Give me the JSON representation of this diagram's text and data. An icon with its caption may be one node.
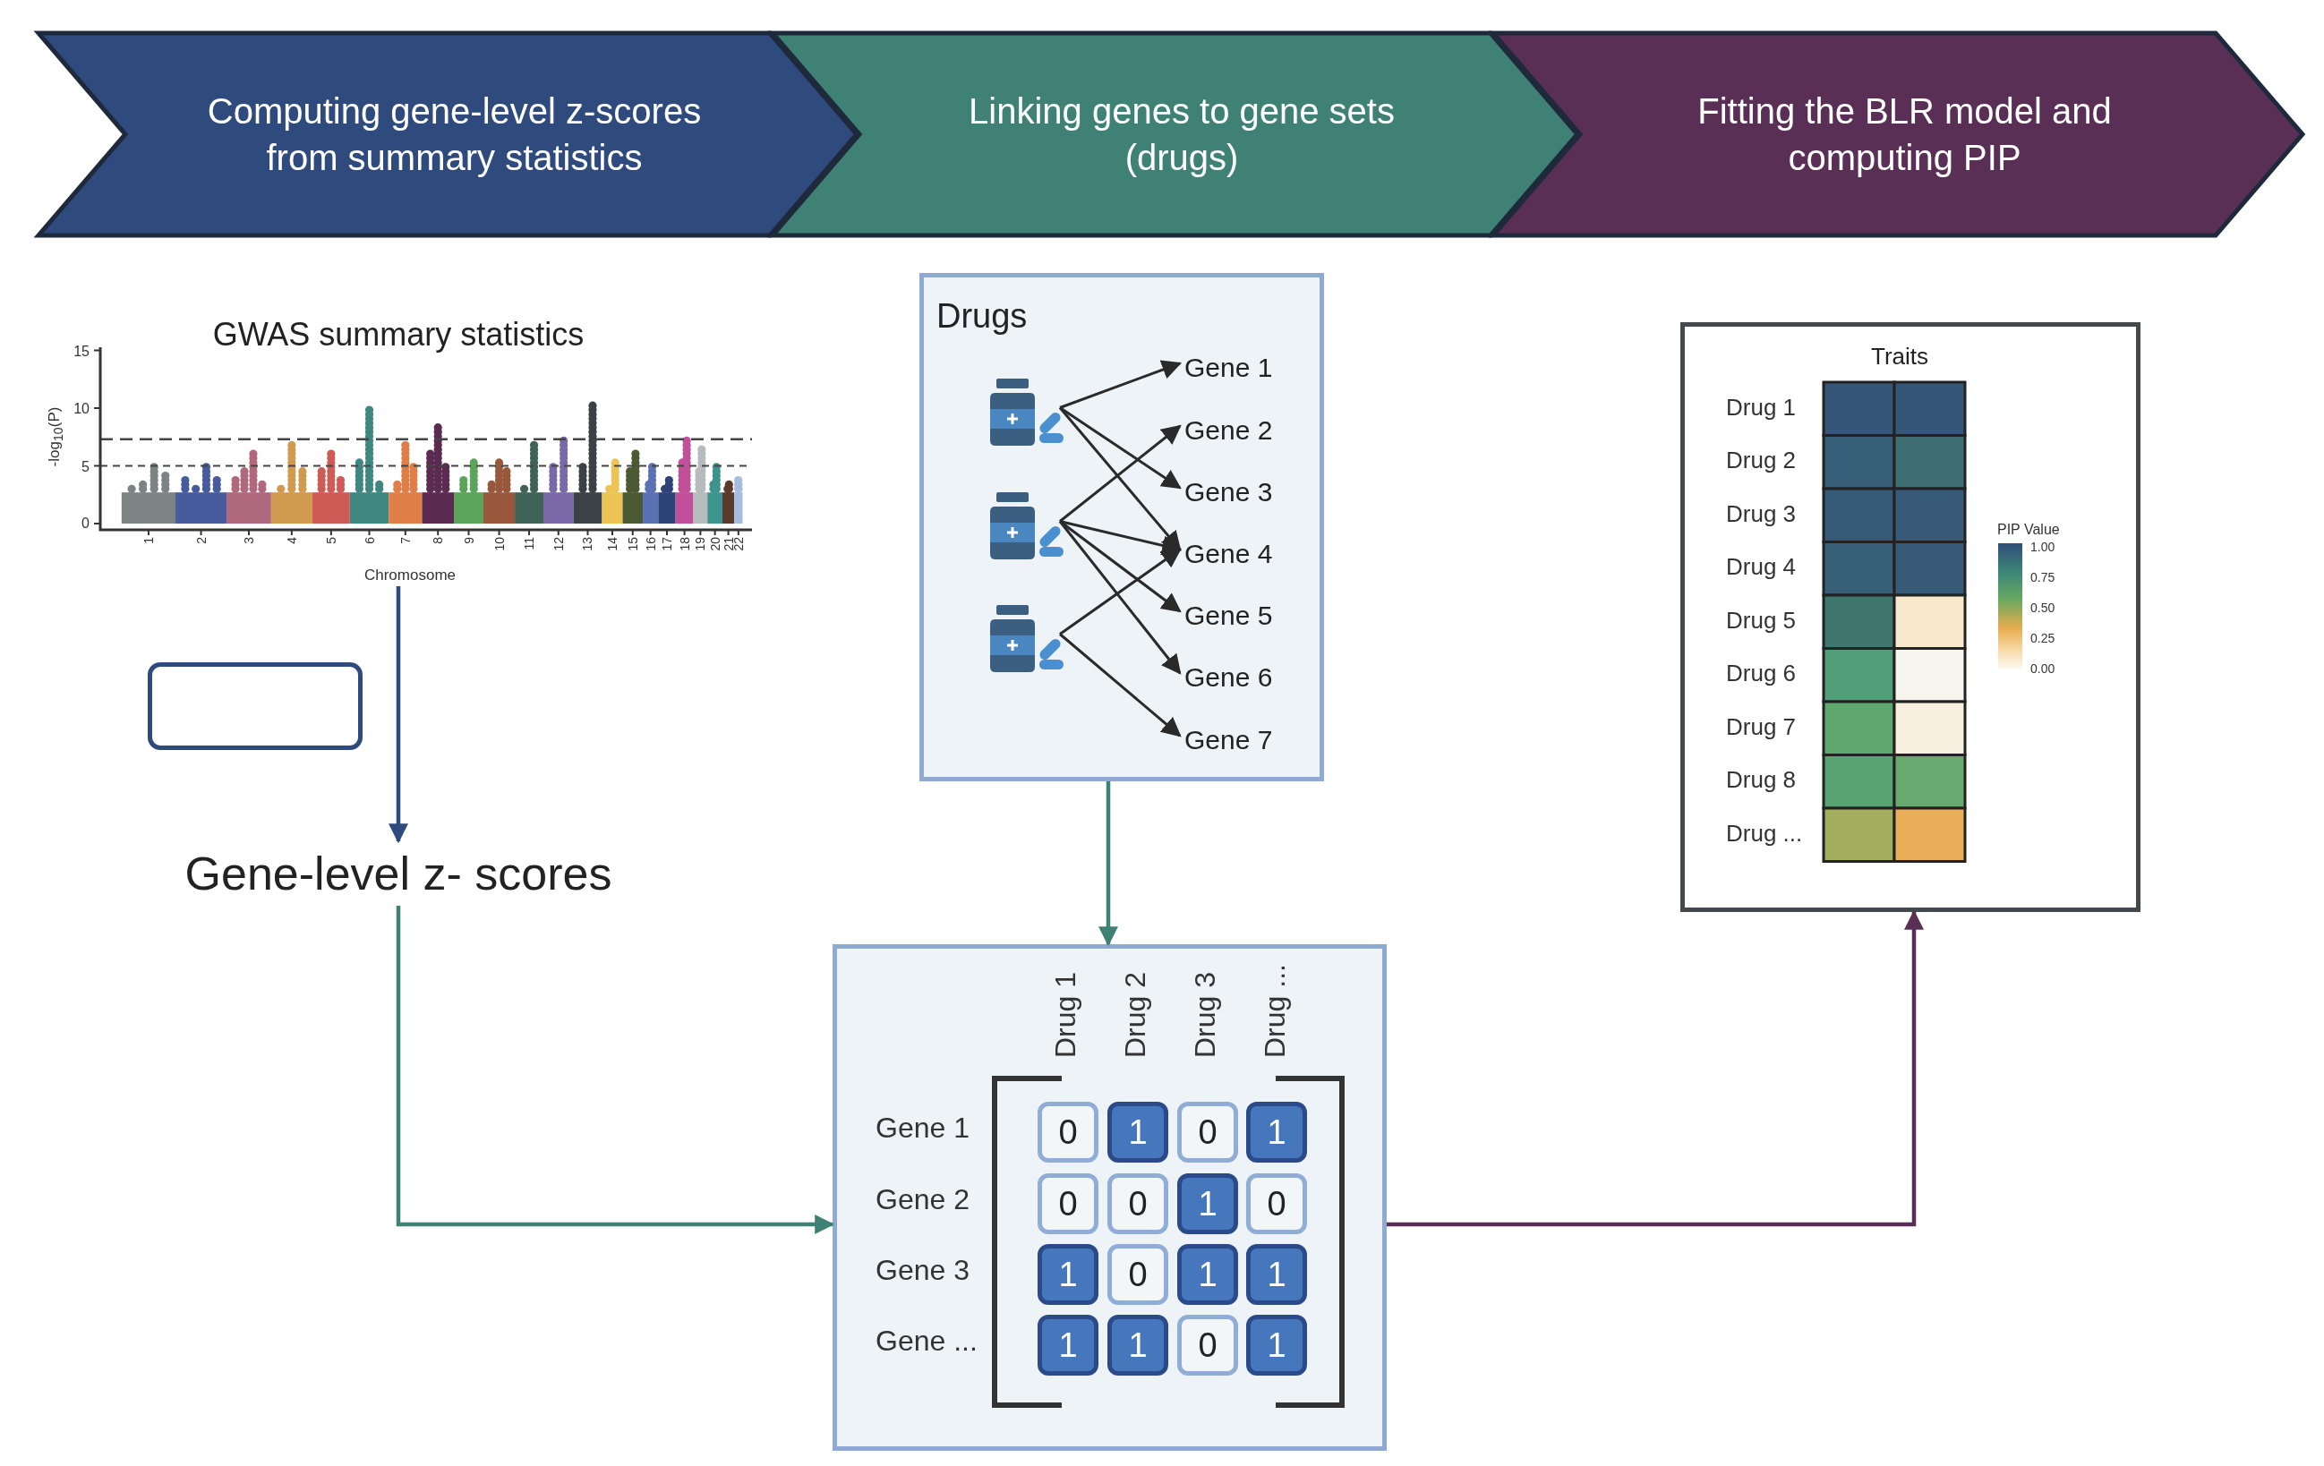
{
  "diagram": {
    "nodes": [
      {
        "text": [
          "Computing gene-level z-scores from summary statistics"
        ]
      },
      {
        "text": [
          "Linking genes to gene sets (drugs)"
        ]
      },
      {
        "text": [
          "Fitting the BLR model and computing PIP"
        ]
      },
      {
        "text": [
          "GWAS summary statistics"
        ]
      },
      {
        "text": [],
        "shape": "box"
      },
      {
        "text": [
          "Gene-level z- scores"
        ]
      },
      {
        "text": [
          "Drugs"
        ]
      },
      {
        "text": [],
        "shape": "picture",
        "in": 6
      },
      {
        "text": [],
        "shape": "picture",
        "in": 6
      },
      {
        "text": [],
        "shape": "picture",
        "in": 6
      },
      {
        "text": [
          "Gene 1"
        ],
        "in": 6
      },
      {
        "text": [
          "Gene 2"
        ],
        "in": 6
      },
      {
        "text": [
          "Gene 3"
        ],
        "in": 6
      },
      {
        "text": [
          "Gene 4"
        ],
        "in": 6
      },
      {
        "text": [
          "Gene 5"
        ],
        "in": 6
      },
      {
        "text": [
          "Gene 6"
        ],
        "in": 6
      },
      {
        "text": [
          "Gene 7"
        ],
        "in": 6
      },
      {
        "text": [],
        "shape": "box"
      },
      {
        "text": [
          "0"
        ],
        "in": 17
      },
      {
        "text": [
          "1"
        ],
        "in": 17
      },
      {
        "text": [
          "0"
        ],
        "in": 17
      },
      {
        "text": [
          "1"
        ],
        "in": 17
      },
      {
        "text": [
          "0"
        ],
        "in": 17
      },
      {
        "text": [
          "0"
        ],
        "in": 17
      },
      {
        "text": [
          "1"
        ],
        "in": 17
      },
      {
        "text": [
          "0"
        ],
        "in": 17
      },
      {
        "text": [
          "1"
        ],
        "in": 17
      },
      {
        "text": [
          "0"
        ],
        "in": 17
      },
      {
        "text": [
          "1"
        ],
        "in": 17
      },
      {
        "text": [
          "1"
        ],
        "in": 17
      },
      {
        "text": [
          "1"
        ],
        "in": 17
      },
      {
        "text": [
          "1"
        ],
        "in": 17
      },
      {
        "text": [
          "0"
        ],
        "in": 17
      },
      {
        "text": [
          "1"
        ],
        "in": 17
      },
      {
        "text": [
          "Traits"
        ]
      }
    ],
    "edges": [
      {
        "from": 3,
        "to": 5,
        "arrow": "to",
        "color": "#2f4a7c"
      },
      {
        "from": 5,
        "to": 17,
        "arrow": "to",
        "color": "#3f8275"
      },
      {
        "from": 6,
        "to": 17,
        "arrow": "to",
        "color": "#3f8275"
      },
      {
        "from": 17,
        "to": 34,
        "arrow": "to",
        "color": "#5a2f55"
      },
      {
        "from": 7,
        "to": 10,
        "arrow": "to"
      },
      {
        "from": 7,
        "to": 12,
        "arrow": "to"
      },
      {
        "from": 7,
        "to": 13,
        "arrow": "to"
      },
      {
        "from": 8,
        "to": 11,
        "arrow": "to"
      },
      {
        "from": 8,
        "to": 13,
        "arrow": "to"
      },
      {
        "from": 8,
        "to": 14,
        "arrow": "to"
      },
      {
        "from": 8,
        "to": 15,
        "arrow": "to"
      },
      {
        "from": 9,
        "to": 13,
        "arrow": "to"
      },
      {
        "from": 9,
        "to": 16,
        "arrow": "to"
      }
    ],
    "labels": [
      "-log$_{10}$(P)",
      "15",
      "10",
      "5",
      "0",
      "1",
      "2",
      "3",
      "4",
      "5",
      "6",
      "7",
      "8",
      "9",
      "10",
      "11",
      "12",
      "13",
      "14",
      "15",
      "16",
      "17",
      "18",
      "19",
      "20",
      "21",
      "22",
      "Chromosome",
      "Drug 1",
      "Drug 2",
      "Drug 3",
      "Drug ...",
      "Gene 1",
      "Gene 2",
      "Gene 3",
      "Gene ...",
      "Drug 1",
      "Drug 2",
      "Drug 3",
      "Drug 4",
      "Drug 5",
      "Drug 6",
      "Drug 7",
      "Drug 8",
      "Drug ...",
      "PIP Value",
      "1.00",
      "0.75",
      "0.50",
      "0.25",
      "0.00"
    ]
  }
}
